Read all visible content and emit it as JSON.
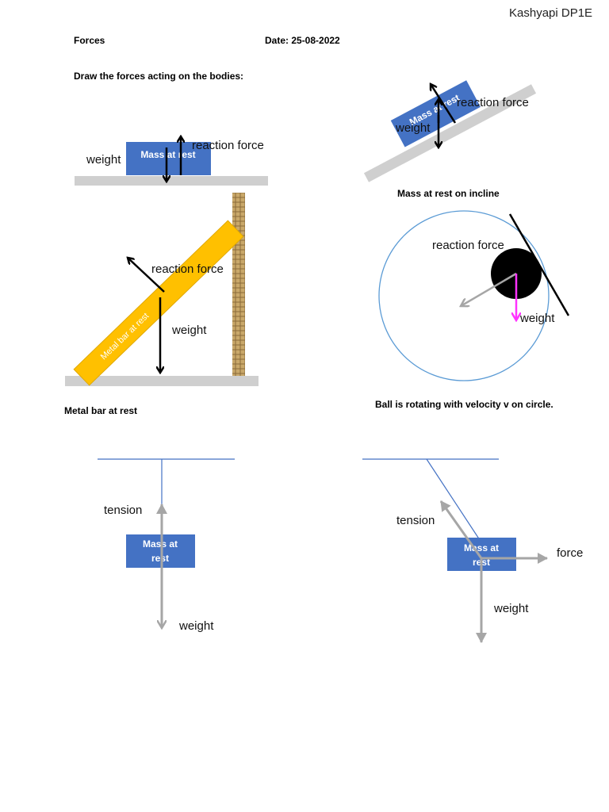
{
  "author": "Kashyapi DP1E",
  "header": {
    "title": "Forces",
    "date": "Date: 25-08-2022",
    "instruction": "Draw the forces acting on the bodies:"
  },
  "labels": {
    "weight": "weight",
    "reaction_force": "reaction force",
    "tension": "tension",
    "force": "force"
  },
  "boxes": {
    "mass_at_rest": "Mass at rest",
    "mass_at": "Mass at",
    "rest": "rest",
    "metal_bar": "Metal bar at rest"
  },
  "captions": {
    "incline": "Mass at rest on incline",
    "metal_bar": "Metal bar at rest",
    "circle": "Ball is rotating with velocity v on circle."
  },
  "colors": {
    "box_blue": "#4472c4",
    "ground_grey": "#cfcfcf",
    "bar_yellow": "#ffc000",
    "wall_tan": "#c9a86a",
    "circle_blue": "#5b9bd5",
    "arrow_grey": "#a6a6a6",
    "arrow_magenta": "#ff33ff"
  }
}
